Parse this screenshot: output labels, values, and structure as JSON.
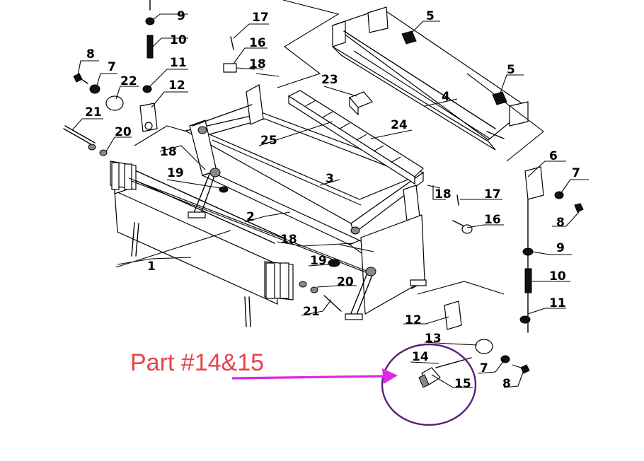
{
  "diagram": {
    "labels": [
      {
        "text": "9"
      },
      {
        "text": "10"
      },
      {
        "text": "11"
      },
      {
        "text": "12"
      },
      {
        "text": "8"
      },
      {
        "text": "7"
      },
      {
        "text": "22"
      },
      {
        "text": "17"
      },
      {
        "text": "16"
      },
      {
        "text": "18"
      },
      {
        "text": "5"
      },
      {
        "text": "5"
      },
      {
        "text": "4"
      },
      {
        "text": "23"
      },
      {
        "text": "24"
      },
      {
        "text": "25"
      },
      {
        "text": "21"
      },
      {
        "text": "20"
      },
      {
        "text": "18"
      },
      {
        "text": "19"
      },
      {
        "text": "3"
      },
      {
        "text": "2"
      },
      {
        "text": "1"
      },
      {
        "text": "6"
      },
      {
        "text": "7"
      },
      {
        "text": "8"
      },
      {
        "text": "18"
      },
      {
        "text": "17"
      },
      {
        "text": "16"
      },
      {
        "text": "9"
      },
      {
        "text": "10"
      },
      {
        "text": "11"
      },
      {
        "text": "18"
      },
      {
        "text": "19"
      },
      {
        "text": "20"
      },
      {
        "text": "21"
      },
      {
        "text": "12"
      },
      {
        "text": "13"
      },
      {
        "text": "14"
      },
      {
        "text": "7"
      },
      {
        "text": "15"
      },
      {
        "text": "8"
      }
    ],
    "callout": {
      "text": "Part #14&15",
      "color": "#e8434a"
    },
    "arrow_color": "#e026e6",
    "circle_color": "#5a1e7a"
  }
}
